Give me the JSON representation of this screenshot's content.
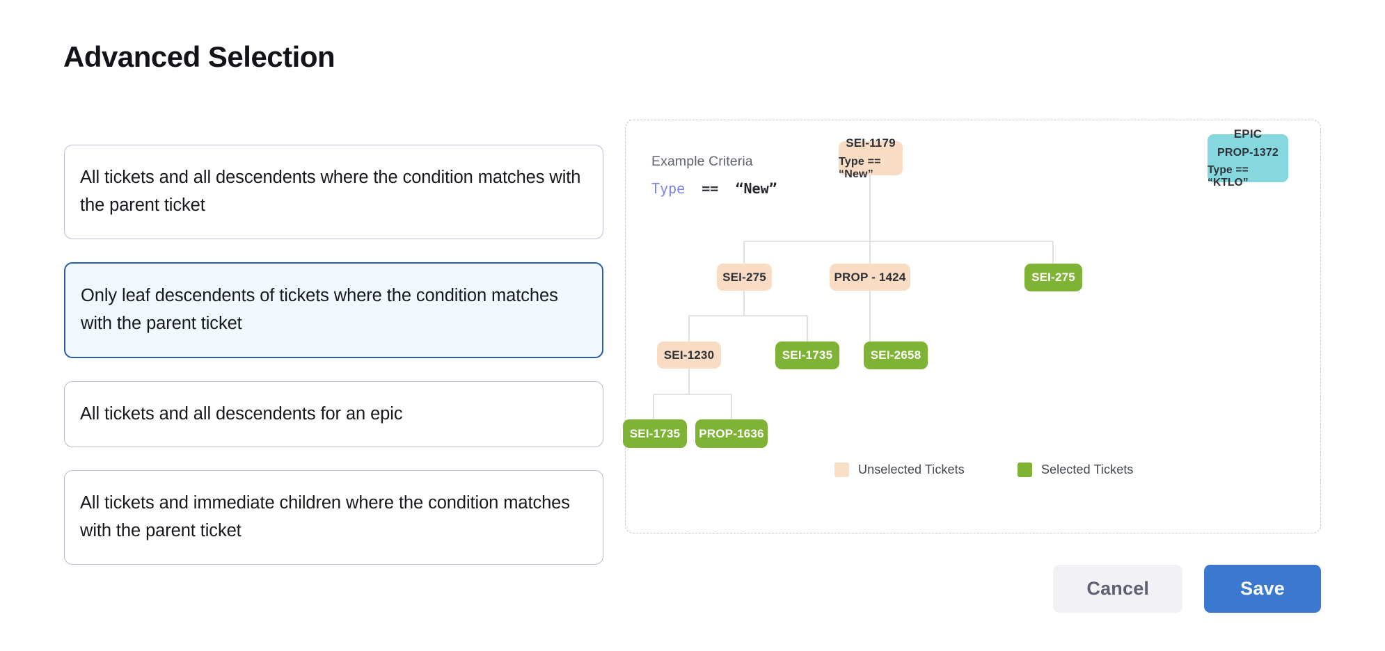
{
  "header": {
    "title": "Advanced Selection"
  },
  "options": [
    {
      "label": "All tickets and all descendents where the condition matches with the parent ticket",
      "selected": false
    },
    {
      "label": "Only leaf descendents of tickets where the condition matches with the parent ticket",
      "selected": true
    },
    {
      "label": "All tickets and all descendents for an epic",
      "selected": false
    },
    {
      "label": "All tickets and immediate children where the condition matches with the parent ticket",
      "selected": false
    }
  ],
  "diagram": {
    "criteria_label": "Example Criteria",
    "criteria_code": {
      "field": "Type",
      "operator": "==",
      "value": "“New”"
    },
    "legend": [
      {
        "label": "Unselected Tickets",
        "color": "#fadfc7"
      },
      {
        "label": "Selected Tickets",
        "color": "#7fb335"
      }
    ],
    "nodes": [
      {
        "id": "n-sei-1179",
        "line1": "SEI-1179",
        "line2": "Type == “New”",
        "state": "unselected"
      },
      {
        "id": "n-epic-prop-1372",
        "line1": "EPIC",
        "line2": "PROP-1372",
        "line3": "Type == “KTLO”",
        "state": "epic"
      },
      {
        "id": "n-sei-275-a",
        "line1": "SEI-275",
        "state": "unselected"
      },
      {
        "id": "n-prop-1424",
        "line1": "PROP - 1424",
        "state": "unselected"
      },
      {
        "id": "n-sei-275-b",
        "line1": "SEI-275",
        "state": "selected"
      },
      {
        "id": "n-sei-1230",
        "line1": "SEI-1230",
        "state": "unselected"
      },
      {
        "id": "n-sei-1735-a",
        "line1": "SEI-1735",
        "state": "selected"
      },
      {
        "id": "n-sei-2658",
        "line1": "SEI-2658",
        "state": "selected"
      },
      {
        "id": "n-sei-1735-b",
        "line1": "SEI-1735",
        "state": "selected"
      },
      {
        "id": "n-prop-1636",
        "line1": "PROP-1636",
        "state": "selected"
      }
    ]
  },
  "footer": {
    "cancel_label": "Cancel",
    "save_label": "Save"
  },
  "colors": {
    "unselected": "#f8dcc3",
    "selected": "#7fb335",
    "epic": "#84d8de",
    "primary": "#3b78d0",
    "selected_card_border": "#2a5bab",
    "selected_card_bg": "#f2f9fc"
  }
}
